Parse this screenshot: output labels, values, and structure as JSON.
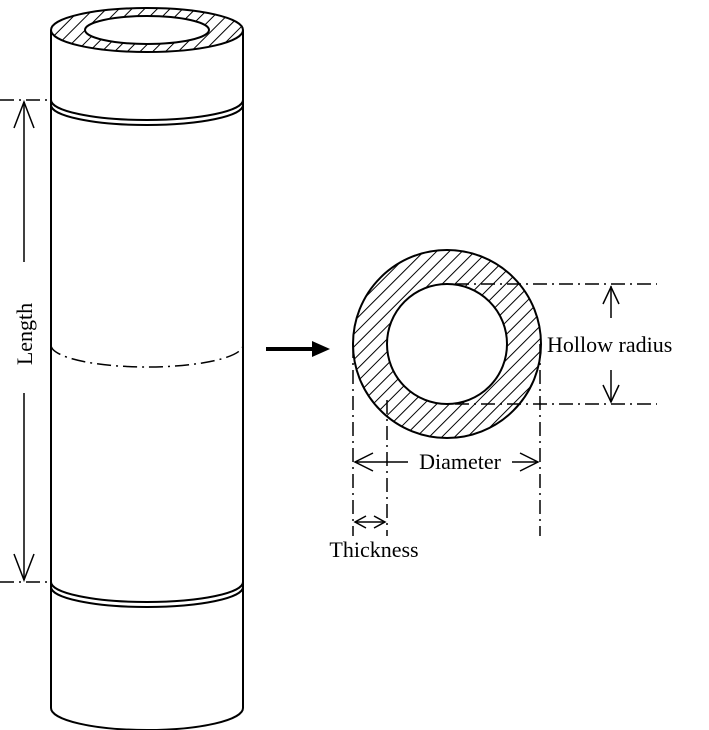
{
  "labels": {
    "length": "Length",
    "hollow_radius": "Hollow radius",
    "diameter": "Diameter",
    "thickness": "Thickness"
  },
  "colors": {
    "line": "#000000",
    "background": "#ffffff"
  }
}
